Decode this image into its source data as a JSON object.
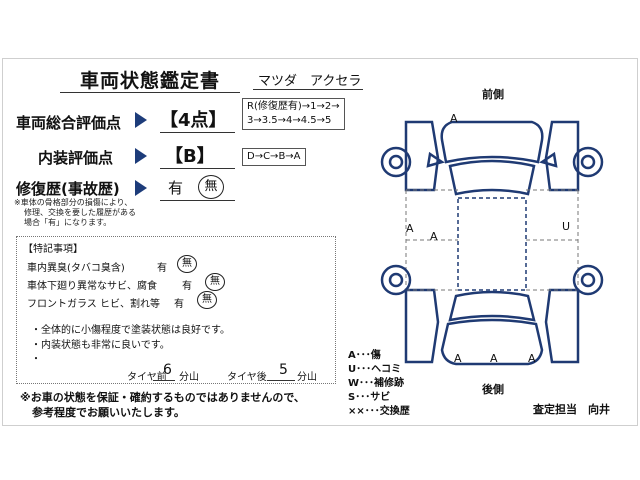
{
  "header": {
    "title": "車両状態鑑定書",
    "model": "マツダ　アクセラ"
  },
  "overall": {
    "label": "車両総合評価点",
    "value": "【4点】",
    "scale_line1": "R(修復歴有)→1→2→",
    "scale_line2": "3→3.5→4→4.5→5"
  },
  "interior": {
    "label": "内装評価点",
    "value": "【B】",
    "scale": "D→C→B→A"
  },
  "repair": {
    "label": "修復歴(事故歴)",
    "yes": "有",
    "no": "無",
    "note_line1": "※車体の骨格部分の損傷により、",
    "note_line2": "修理、交換を要した履歴がある",
    "note_line3": "場合「有」になります。"
  },
  "remarks": {
    "heading": "【特記事項】",
    "items": [
      {
        "text": "車内異臭(タバコ臭含)",
        "yes": "有",
        "no": "無"
      },
      {
        "text": "車体下廻り異常なサビ、腐食",
        "yes": "有",
        "no": "無"
      },
      {
        "text": "フロントガラス ヒビ、割れ等",
        "yes": "有",
        "no": "無"
      }
    ],
    "bullet1": "・全体的に小傷程度で塗装状態は良好です。",
    "bullet2": "・内装状態も非常に良いです。",
    "bullet3": "・",
    "tire_front_label": "タイヤ前",
    "tire_front_value": "6",
    "tire_rear_label": "タイヤ後",
    "tire_rear_value": "5",
    "tire_unit": "分山"
  },
  "disclaimer": {
    "line1": "※お車の状態を保証・確約するものではありませんので、",
    "line2": "参考程度でお願いいたします。"
  },
  "diagram": {
    "front": "前側",
    "rear": "後側",
    "marks": {
      "front_a": "A",
      "left_a1": "A",
      "left_a2": "A",
      "right_u": "U",
      "rear_a1": "A",
      "rear_a2": "A",
      "rear_a3": "A"
    }
  },
  "legend": {
    "a": "A･･･傷",
    "u": "U･･･ヘコミ",
    "w": "W･･･補修跡",
    "s": "S･･･サビ",
    "x": "××･･･交換歴"
  },
  "inspector": "査定担当　向井",
  "colors": {
    "arrow": "#1d3c7a",
    "car_outline": "#1f3a73"
  }
}
